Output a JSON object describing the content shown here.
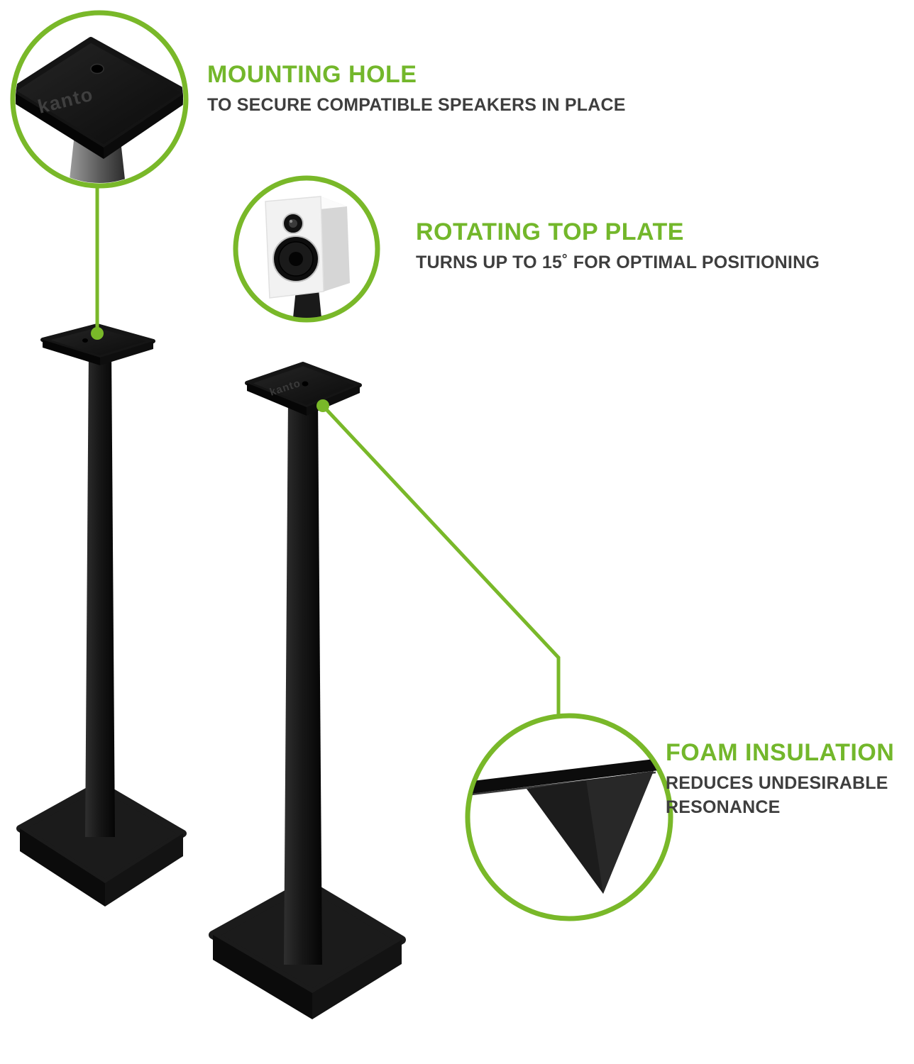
{
  "page": {
    "background": "#ffffff"
  },
  "brand": {
    "logo_text": "kanto",
    "accent_green": "#79b829",
    "title_green": "#73b72b",
    "body_text_color": "#3e3e3e",
    "stand_black": "#161616"
  },
  "callouts": [
    {
      "id": "mounting-hole",
      "title": "MOUNTING HOLE",
      "subtitle": "TO SECURE COMPATIBLE SPEAKERS IN PLACE"
    },
    {
      "id": "rotating-top-plate",
      "title": "ROTATING TOP PLATE",
      "subtitle": "TURNS UP TO 15˚ FOR OPTIMAL POSITIONING"
    },
    {
      "id": "foam-insulation",
      "title": "FOAM INSULATION",
      "subtitle": "REDUCES UNDESIRABLE RESONANCE"
    }
  ]
}
